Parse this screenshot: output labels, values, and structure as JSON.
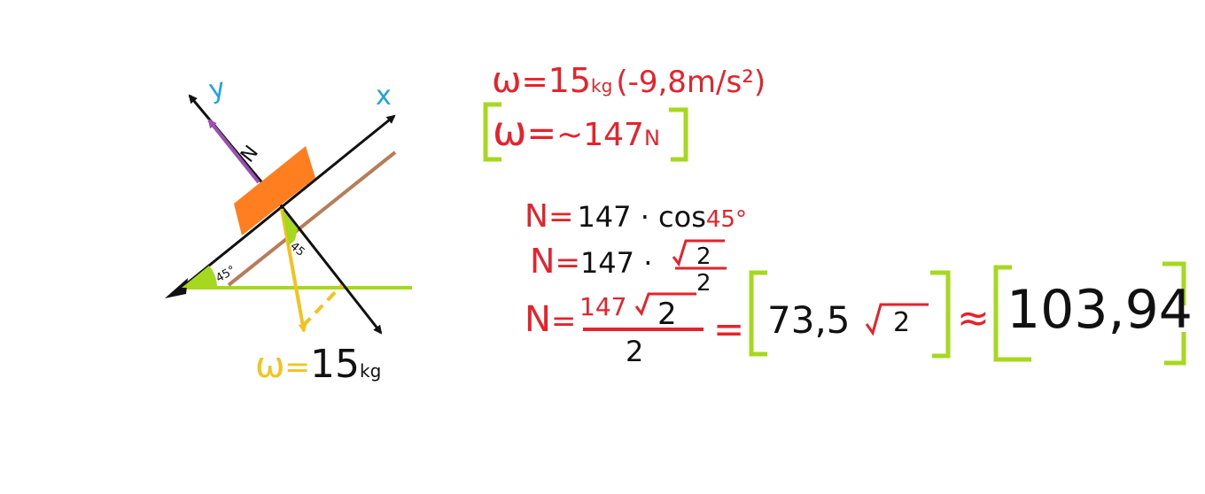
{
  "diagram": {
    "axis_x_label": "x",
    "axis_y_label": "y",
    "normal_label": "N",
    "angle_left": "45°",
    "angle_right": "45",
    "weight_label": {
      "symbol": "ω",
      "equals": "=",
      "value": "15",
      "unit": "kg"
    }
  },
  "equations": {
    "line1": {
      "lhs": "ω",
      "eq": "=",
      "value": "15",
      "unit": "kg",
      "factor": "(-9,8m/s²)"
    },
    "line2": {
      "lhs": "ω",
      "eq": "=",
      "value": "~147",
      "unit": "N"
    },
    "line3": {
      "lhs": "N",
      "eq": "=",
      "expr": "147 · cos",
      "angle": "45°"
    },
    "line4": {
      "lhs": "N",
      "eq": "=",
      "expr": "147 ·",
      "root": "2",
      "den": "2"
    },
    "line5": {
      "lhs": "N",
      "eq": "=",
      "num": "147",
      "root": "2",
      "den": "2",
      "eq2": "=",
      "result": "73,5",
      "root2": "2",
      "approx": "≈",
      "final": "103,94"
    }
  },
  "colors": {
    "red": "#e8222a",
    "black": "#111111",
    "orange": "#ff7f20",
    "purple": "#9b4fb0",
    "yellow": "#f5c21b",
    "brown": "#b87d58",
    "green": "#a5d81e",
    "blue": "#1fa3e0"
  }
}
